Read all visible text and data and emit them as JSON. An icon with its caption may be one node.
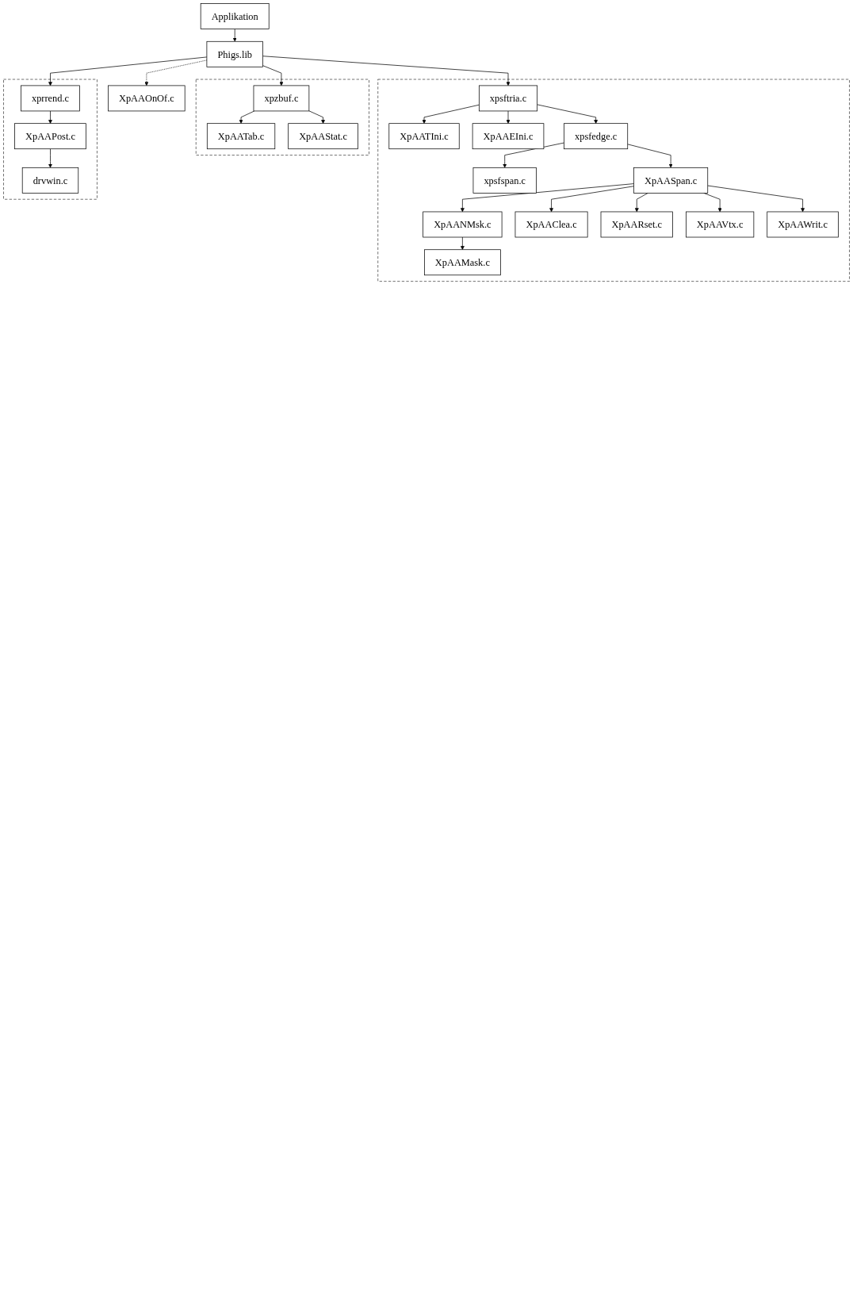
{
  "diagram": {
    "nodes": [
      {
        "text": [
          "Applikation"
        ]
      },
      {
        "text": [
          "Phigs.lib"
        ]
      },
      {
        "text": [
          "XpAAOnOf.c"
        ]
      },
      {
        "text": [],
        "shape": "box"
      },
      {
        "text": [
          "xpzbuf.c"
        ],
        "in": 3
      },
      {
        "text": [
          "XpAATab.c"
        ],
        "in": 3
      },
      {
        "text": [
          "XpAAStat.c"
        ],
        "in": 3
      },
      {
        "text": [],
        "shape": "box"
      },
      {
        "text": [
          "xpsftria.c"
        ],
        "in": 7
      },
      {
        "text": [
          "XpAATIni.c"
        ],
        "in": 7
      },
      {
        "text": [
          "XpAAEIni.c"
        ],
        "in": 7
      },
      {
        "text": [
          "xpsfedge.c"
        ],
        "in": 7
      },
      {
        "text": [
          "xpsfspan.c"
        ],
        "in": 7
      },
      {
        "text": [
          "XpAASpan.c"
        ],
        "in": 7
      },
      {
        "text": [
          "XpAANMsk.c"
        ],
        "in": 7
      },
      {
        "text": [
          "XpAAMask.c"
        ],
        "in": 7
      },
      {
        "text": [
          "XpAAClea.c"
        ],
        "in": 7
      },
      {
        "text": [
          "XpAARset.c"
        ],
        "in": 7
      },
      {
        "text": [
          "XpAAVtx.c"
        ],
        "in": 7
      },
      {
        "text": [
          "XpAAWrit.c"
        ],
        "in": 7
      },
      {
        "text": [],
        "shape": "box"
      },
      {
        "text": [
          "xprrend.c"
        ],
        "in": 20
      },
      {
        "text": [
          "XpAAPost.c"
        ],
        "in": 20
      },
      {
        "text": [
          "drvwin.c"
        ],
        "in": 20
      }
    ],
    "edges": [
      {
        "from": 0,
        "to": 1,
        "arrow": "to"
      },
      {
        "from": 1,
        "to": 2,
        "arrow": "to",
        "style": "dashed"
      },
      {
        "from": 1,
        "to": 4,
        "arrow": "to"
      },
      {
        "from": 1,
        "to": 8,
        "arrow": "to"
      },
      {
        "from": 1,
        "to": 21,
        "arrow": "to"
      },
      {
        "from": 4,
        "to": 5,
        "arrow": "to"
      },
      {
        "from": 4,
        "to": 6,
        "arrow": "to"
      },
      {
        "from": 8,
        "to": 9,
        "arrow": "to"
      },
      {
        "from": 8,
        "to": 10,
        "arrow": "to"
      },
      {
        "from": 8,
        "to": 11,
        "arrow": "to"
      },
      {
        "from": 11,
        "to": 12,
        "arrow": "to"
      },
      {
        "from": 11,
        "to": 13,
        "arrow": "to"
      },
      {
        "from": 13,
        "to": 14,
        "arrow": "to"
      },
      {
        "from": 14,
        "to": 15,
        "arrow": "to"
      },
      {
        "from": 13,
        "to": 16,
        "arrow": "to"
      },
      {
        "from": 13,
        "to": 17,
        "arrow": "to"
      },
      {
        "from": 13,
        "to": 18,
        "arrow": "to"
      },
      {
        "from": 13,
        "to": 19,
        "arrow": "to"
      },
      {
        "from": 21,
        "to": 22,
        "arrow": "to"
      },
      {
        "from": 22,
        "to": 23,
        "arrow": "to"
      }
    ]
  }
}
